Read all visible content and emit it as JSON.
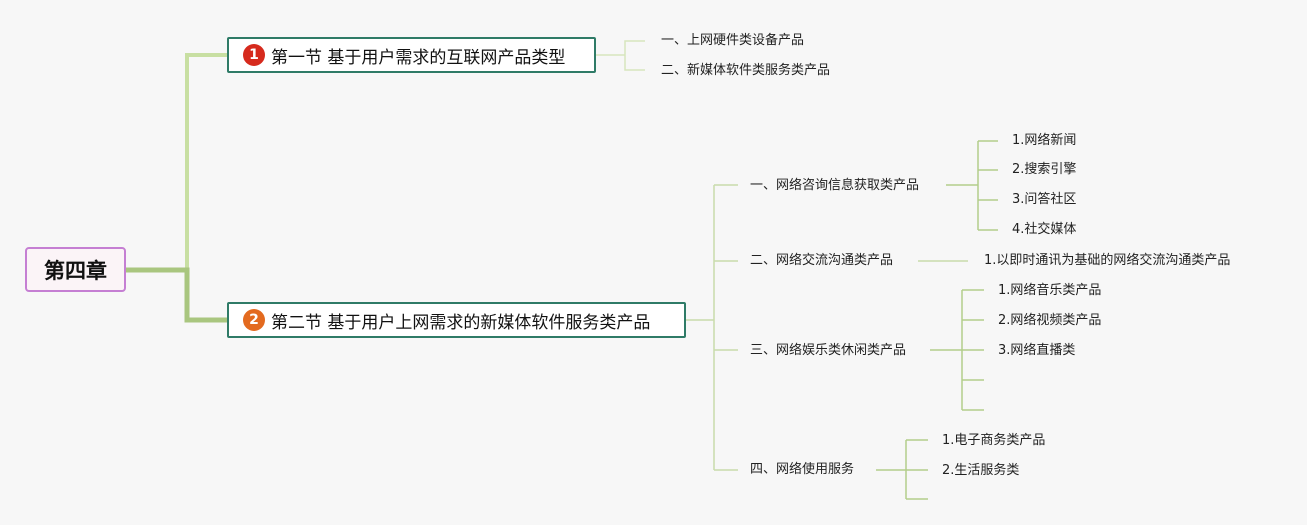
{
  "root": {
    "label": "第四章"
  },
  "sections": [
    {
      "number": "1",
      "label": "第一节 基于用户需求的互联网产品类型",
      "items": [
        {
          "label": "一、上网硬件类设备产品"
        },
        {
          "label": "二、新媒体软件类服务类产品"
        }
      ]
    },
    {
      "number": "2",
      "label": "第二节 基于用户上网需求的新媒体软件服务类产品",
      "items": [
        {
          "label": "一、网络咨询信息获取类产品",
          "children": [
            "1.网络新闻",
            "2.搜索引擎",
            "3.问答社区",
            "4.社交媒体"
          ]
        },
        {
          "label": "二、网络交流沟通类产品",
          "children": [
            "1.以即时通讯为基础的网络交流沟通类产品"
          ]
        },
        {
          "label": "三、网络娱乐类休闲类产品",
          "children": [
            "1.网络音乐类产品",
            "2.网络视频类产品",
            "3.网络直播类",
            "",
            ""
          ]
        },
        {
          "label": "四、网络使用服务",
          "children": [
            "1.电子商务类产品",
            "2.生活服务类",
            ""
          ]
        }
      ]
    }
  ]
}
